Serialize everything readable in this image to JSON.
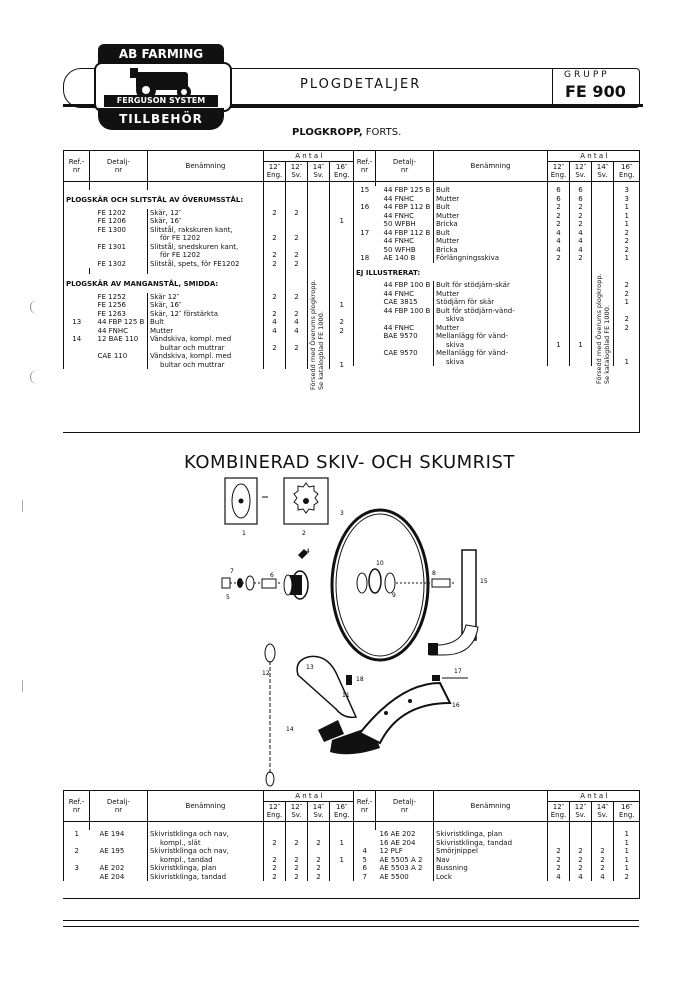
{
  "header": {
    "logo_top": "AB FARMING",
    "logo_middle": "FERGUSON SYSTEM",
    "logo_bottom": "TILLBEHÖR",
    "title": "PLOGDETALJER",
    "group_label": "GRUPP",
    "group_code": "FE 900"
  },
  "section1": {
    "title_bold": "PLOGKROPP,",
    "title_rest": " FORTS.",
    "headers": {
      "ref": "Ref.-",
      "ref2": "nr",
      "detail": "Detalj-",
      "detail2": "nr",
      "name": "Benämning",
      "antal": "A n t a l",
      "c1a": "12″",
      "c1b": "Eng.",
      "c2a": "12″",
      "c2b": "Sv.",
      "c3a": "14″",
      "c3b": "Sv.",
      "c4a": "16″",
      "c4b": "Eng."
    },
    "left_sub1": "PLOGSKÄR OCH SLITSTÅL AV ÖVERUMSSTÅL:",
    "left_rows1": [
      {
        "ref": "",
        "detail": "FE 1202",
        "name": "Skär, 12″",
        "q1": "2",
        "q2": "2",
        "q3": "",
        "q4": ""
      },
      {
        "ref": "",
        "detail": "FE 1206",
        "name": "Skär, 16″",
        "q1": "",
        "q2": "",
        "q3": "",
        "q4": "1"
      },
      {
        "ref": "",
        "detail": "FE 1300",
        "name": "Slitstål, rakskuren kant,",
        "q1": "",
        "q2": "",
        "q3": "",
        "q4": ""
      },
      {
        "ref": "",
        "detail": "",
        "name": "för FE 1202",
        "q1": "2",
        "q2": "2",
        "q3": "",
        "q4": ""
      },
      {
        "ref": "",
        "detail": "FE 1301",
        "name": "Slitstål, snedskuren kant,",
        "q1": "",
        "q2": "",
        "q3": "",
        "q4": ""
      },
      {
        "ref": "",
        "detail": "",
        "name": "för FE 1202",
        "q1": "2",
        "q2": "2",
        "q3": "",
        "q4": ""
      },
      {
        "ref": "",
        "detail": "FE 1302",
        "name": "Slitstål, spets, för FE1202",
        "q1": "2",
        "q2": "2",
        "q3": "",
        "q4": ""
      }
    ],
    "left_sub2": "PLOGSKÄR AV MANGANSTÅL, SMIDDA:",
    "left_rows2": [
      {
        "ref": "",
        "detail": "FE 1252",
        "name": "Skär 12″",
        "q1": "2",
        "q2": "2",
        "q3": "",
        "q4": ""
      },
      {
        "ref": "",
        "detail": "FE 1256",
        "name": "Skär, 16″",
        "q1": "",
        "q2": "",
        "q3": "",
        "q4": "1"
      },
      {
        "ref": "",
        "detail": "FE 1263",
        "name": "Skär, 12″ förstärkta",
        "q1": "2",
        "q2": "2",
        "q3": "",
        "q4": ""
      },
      {
        "ref": "13",
        "detail": "44 FBP 125 B",
        "name": "Bult",
        "q1": "4",
        "q2": "4",
        "q3": "",
        "q4": "2"
      },
      {
        "ref": "",
        "detail": "44 FNHC",
        "name": "Mutter",
        "q1": "4",
        "q2": "4",
        "q3": "",
        "q4": "2"
      },
      {
        "ref": "14",
        "detail": "12 BAE 110",
        "name": "Vändskiva, kompl. med",
        "q1": "",
        "q2": "",
        "q3": "",
        "q4": ""
      },
      {
        "ref": "",
        "detail": "",
        "name": "bultar och muttrar",
        "q1": "2",
        "q2": "2",
        "q3": "",
        "q4": ""
      },
      {
        "ref": "",
        "detail": "CAE 110",
        "name": "Vändskiva, kompl. med",
        "q1": "",
        "q2": "",
        "q3": "",
        "q4": ""
      },
      {
        "ref": "",
        "detail": "",
        "name": "bultar och muttrar",
        "q1": "",
        "q2": "",
        "q3": "",
        "q4": "1"
      }
    ],
    "vertical_note_line1": "Försedd med Överums plogkropp.",
    "vertical_note_line2": "Se katalogblad FE 1000.",
    "right_rows1": [
      {
        "ref": "15",
        "detail": "44 FBP 125 B",
        "name": "Bult",
        "q1": "6",
        "q2": "6",
        "q4": "3"
      },
      {
        "ref": "",
        "detail": "44 FNHC",
        "name": "Mutter",
        "q1": "6",
        "q2": "6",
        "q4": "3"
      },
      {
        "ref": "16",
        "detail": "44 FBP 112 B",
        "name": "Bult",
        "q1": "2",
        "q2": "2",
        "q4": "1"
      },
      {
        "ref": "",
        "detail": "44 FNHC",
        "name": "Mutter",
        "q1": "2",
        "q2": "2",
        "q4": "1"
      },
      {
        "ref": "",
        "detail": "50 WFBH",
        "name": "Bricka",
        "q1": "2",
        "q2": "2",
        "q4": "1"
      },
      {
        "ref": "17",
        "detail": "44 FBP 112 B",
        "name": "Bult",
        "q1": "4",
        "q2": "4",
        "q4": "2"
      },
      {
        "ref": "",
        "detail": "44 FNHC",
        "name": "Mutter",
        "q1": "4",
        "q2": "4",
        "q4": "2"
      },
      {
        "ref": "",
        "detail": "50 WFHB",
        "name": "Bricka",
        "q1": "4",
        "q2": "4",
        "q4": "2"
      },
      {
        "ref": "18",
        "detail": "AE 140 B",
        "name": "Förlängningsskiva",
        "q1": "2",
        "q2": "2",
        "q4": "1"
      }
    ],
    "right_sub": "EJ ILLUSTRERAT:",
    "right_rows2": [
      {
        "ref": "",
        "detail": "44 FBP 100 B",
        "name": "Bult för stödjärn-skär",
        "q1": "",
        "q2": "",
        "q4": "2"
      },
      {
        "ref": "",
        "detail": "44 FNHC",
        "name": "Mutter",
        "q1": "",
        "q2": "",
        "q4": "2"
      },
      {
        "ref": "",
        "detail": "CAE 3815",
        "name": "Stödjärn för skär",
        "q1": "",
        "q2": "",
        "q4": "1"
      },
      {
        "ref": "",
        "detail": "44 FBP 100 B",
        "name": "Bult för stödjärn-vänd-",
        "q1": "",
        "q2": "",
        "q4": ""
      },
      {
        "ref": "",
        "detail": "",
        "name": "skiva",
        "q1": "",
        "q2": "",
        "q4": "2"
      },
      {
        "ref": "",
        "detail": "44 FNHC",
        "name": "Mutter",
        "q1": "",
        "q2": "",
        "q4": "2"
      },
      {
        "ref": "",
        "detail": "BAE 9570",
        "name": "Mellanlägg för vänd-",
        "q1": "",
        "q2": "",
        "q4": ""
      },
      {
        "ref": "",
        "detail": "",
        "name": "skiva",
        "q1": "1",
        "q2": "1",
        "q4": ""
      },
      {
        "ref": "",
        "detail": "CAE 9570",
        "name": "Mellanlägg för vänd-",
        "q1": "",
        "q2": "",
        "q4": ""
      },
      {
        "ref": "",
        "detail": "",
        "name": "skiva",
        "q1": "",
        "q2": "",
        "q4": "1"
      }
    ]
  },
  "section2": {
    "title": "KOMBINERAD SKIV- OCH SKUMRIST",
    "callouts": [
      "1",
      "2",
      "3",
      "4",
      "5",
      "6",
      "7",
      "8",
      "9",
      "10",
      "11",
      "12",
      "13",
      "14",
      "15",
      "16",
      "17",
      "18"
    ],
    "left_rows": [
      {
        "ref": "1",
        "detail": "AE 194",
        "name": "Skivristklinga och nav,",
        "q1": "",
        "q2": "",
        "q3": "",
        "q4": ""
      },
      {
        "ref": "",
        "detail": "",
        "name": "kompl., slät",
        "q1": "2",
        "q2": "2",
        "q3": "2",
        "q4": "1"
      },
      {
        "ref": "2",
        "detail": "AE 195",
        "name": "Skivristklinga och nav,",
        "q1": "",
        "q2": "",
        "q3": "",
        "q4": ""
      },
      {
        "ref": "",
        "detail": "",
        "name": "kompl., tandad",
        "q1": "2",
        "q2": "2",
        "q3": "2",
        "q4": "1"
      },
      {
        "ref": "3",
        "detail": "AE 202",
        "name": "Skivristklinga, plan",
        "q1": "2",
        "q2": "2",
        "q3": "2",
        "q4": ""
      },
      {
        "ref": "",
        "detail": "AE 204",
        "name": "Skivristklinga, tandad",
        "q1": "2",
        "q2": "2",
        "q3": "2",
        "q4": ""
      }
    ],
    "right_rows": [
      {
        "ref": "",
        "detail": "16 AE 202",
        "name": "Skivristklinga, plan",
        "q1": "",
        "q2": "",
        "q3": "",
        "q4": "1"
      },
      {
        "ref": "",
        "detail": "16 AE 204",
        "name": "Skivristklinga, tandad",
        "q1": "",
        "q2": "",
        "q3": "",
        "q4": "1"
      },
      {
        "ref": "4",
        "detail": "12 PLF",
        "name": "Smörjnippel",
        "q1": "2",
        "q2": "2",
        "q3": "2",
        "q4": "1"
      },
      {
        "ref": "5",
        "detail": "AE 5505 A 2",
        "name": "Nav",
        "q1": "2",
        "q2": "2",
        "q3": "2",
        "q4": "1"
      },
      {
        "ref": "6",
        "detail": "AE 5503 A 2",
        "name": "Bussning",
        "q1": "2",
        "q2": "2",
        "q3": "2",
        "q4": "1"
      },
      {
        "ref": "7",
        "detail": "AE 5500",
        "name": "Lock",
        "q1": "4",
        "q2": "4",
        "q3": "4",
        "q4": "2"
      }
    ]
  }
}
